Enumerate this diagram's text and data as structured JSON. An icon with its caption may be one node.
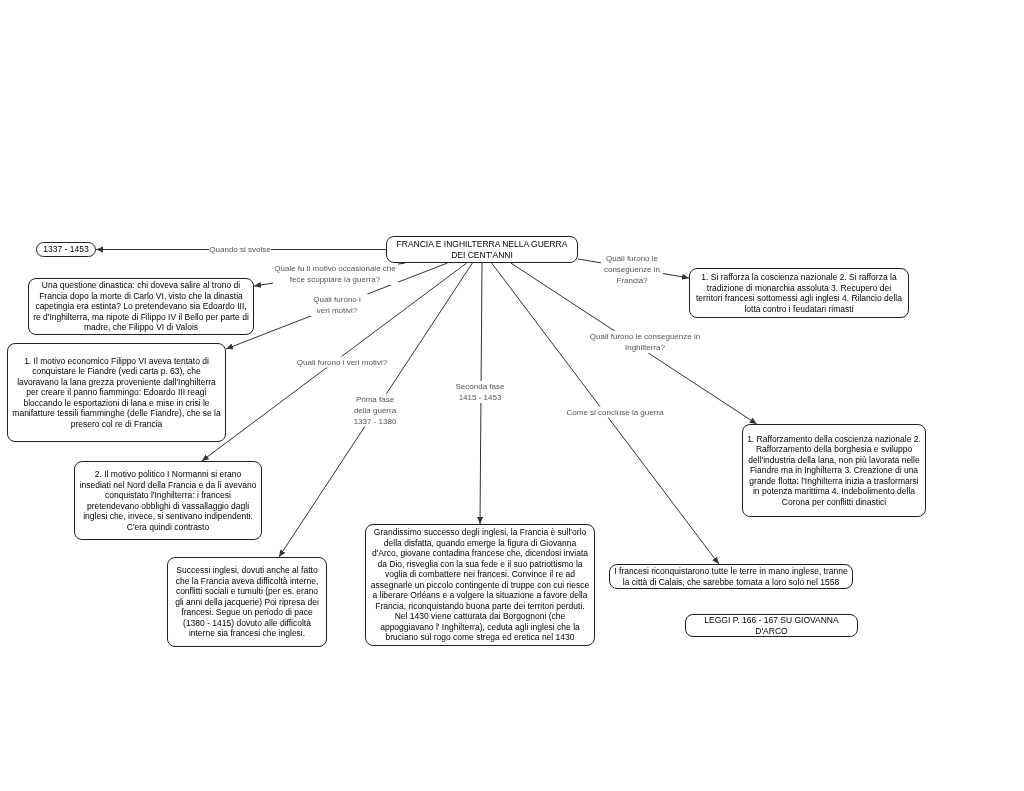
{
  "diagram": {
    "nodes": [
      {
        "text": [
          "FRANCIA E INGHILTERRA NELLA GUERRA DEI CENT'ANNI"
        ]
      },
      {
        "text": [
          "1337 - 1453"
        ]
      },
      {
        "text": [
          "Una questione dinastica: chi doveva salire al trono di Francia dopo la morte di Carlo VI, visto che la dinastia capetingia era estinta? Lo pretendevano sia Edoardo III, re d'Inghilterra, ma nipote di Filippo IV il Bello per parte di madre, che Filippo VI di Valois"
        ]
      },
      {
        "text": [
          "1. Il motivo economico Filippo VI aveva tentato di conquistare le Fiandre (vedi carta p. 63), che lavoravano la lana grezza proveniente dall'Inghilterra per creare il panno fiammingo: Edoardo III reagì bloccando le esportazioni di lana e mise in crisi le manifatture tessili fiamminghe (delle Fiandre), che se la presero col re di Francia"
        ]
      },
      {
        "text": [
          "2. Il motivo politico I Normanni si erano insediati nel Nord della Francia e da lì avevano conquistato l'Inghilterra: i francesi pretendevano obblighi di vassallaggio dagli inglesi che, invece, si sentivano indipendenti. C'era quindi contrasto"
        ]
      },
      {
        "text": [
          "Successi inglesi, dovuti anche al fatto che la Francia aveva difficoltà interne, conflitti sociali e tumulti (per es. erano gli anni della jacquerie) Poi ripresa dei francesi. Segue un periodo di pace (1380 - 1415) dovuto alle difficoltà interne sia francesi che inglesi."
        ]
      },
      {
        "text": [
          "Grandissimo successo degli inglesi, la Francia è sull'orlo della disfatta, quando emerge la figura di Giovanna d'Arco, giovane contadina francese che, dicendosi inviata da Dio, risveglia con la sua fede e il suo patriottismo la voglia di combattere nei francesi. Convince il re ad assegnarle un piccolo contingente di truppe con cui riesce a liberare Orléans e a volgere la situazione a favore della Francia, riconquistando buona parte dei territori perduti. Nel 1430 viene catturata dai Borgognoni (che appoggiavano l' Inghilterra), ceduta agli inglesi che la bruciano sul rogo come strega ed eretica nel 1430"
        ]
      },
      {
        "text": [
          "I francesi riconquistarono tutte le terre in mano inglese, tranne la città di Calais, che sarebbe tornata a loro solo nel 1558"
        ]
      },
      {
        "text": [
          "LEGGI P. 166 - 167 SU GIOVANNA D'ARCO"
        ]
      },
      {
        "text": [
          "1. Si rafforza la coscienza nazionale 2. Si rafforza la tradizione di monarchia assoluta 3. Recupero dei territori francesi sottomessi agli inglesi 4. Rilancio della lotta contro i feudatari rimasti"
        ]
      },
      {
        "text": [
          "1. Rafforzamento della coscienza nazionale 2. Rafforzamento della borghesia e sviluppo dell'industria della lana, non più lavorata nelle Fiandre ma in Inghilterra 3. Creazione di una grande flotta: l'Inghilterra inizia a trasformarsi in potenza marittima 4. Indebolimento della Corona per conflitti dinastici"
        ]
      }
    ],
    "edges": [
      {
        "from": 0,
        "to": 1,
        "arrow": "to",
        "label": "Quando si svolse"
      },
      {
        "from": 0,
        "to": 2,
        "arrow": "to",
        "label": "Quale fu il motivo occasionale che fece scoppiare la guerra?"
      },
      {
        "from": 0,
        "to": 3,
        "arrow": "to",
        "label": "Quali furono i veri motivi?"
      },
      {
        "from": 0,
        "to": 4,
        "arrow": "to",
        "label": "Quali furono i veri motivi?"
      },
      {
        "from": 0,
        "to": 5,
        "arrow": "to",
        "label": "Prima fase della guerra 1337 - 1380"
      },
      {
        "from": 0,
        "to": 6,
        "arrow": "to",
        "label": "Seconda fase 1415 - 1453"
      },
      {
        "from": 0,
        "to": 7,
        "arrow": "to",
        "label": "Come si concluse la guerra"
      },
      {
        "from": 0,
        "to": 9,
        "arrow": "to",
        "label": "Quali furono le conseguenze in Francia?"
      },
      {
        "from": 0,
        "to": 10,
        "arrow": "to",
        "label": "Quali furono le conseguenze in Inghilterra?"
      }
    ]
  }
}
